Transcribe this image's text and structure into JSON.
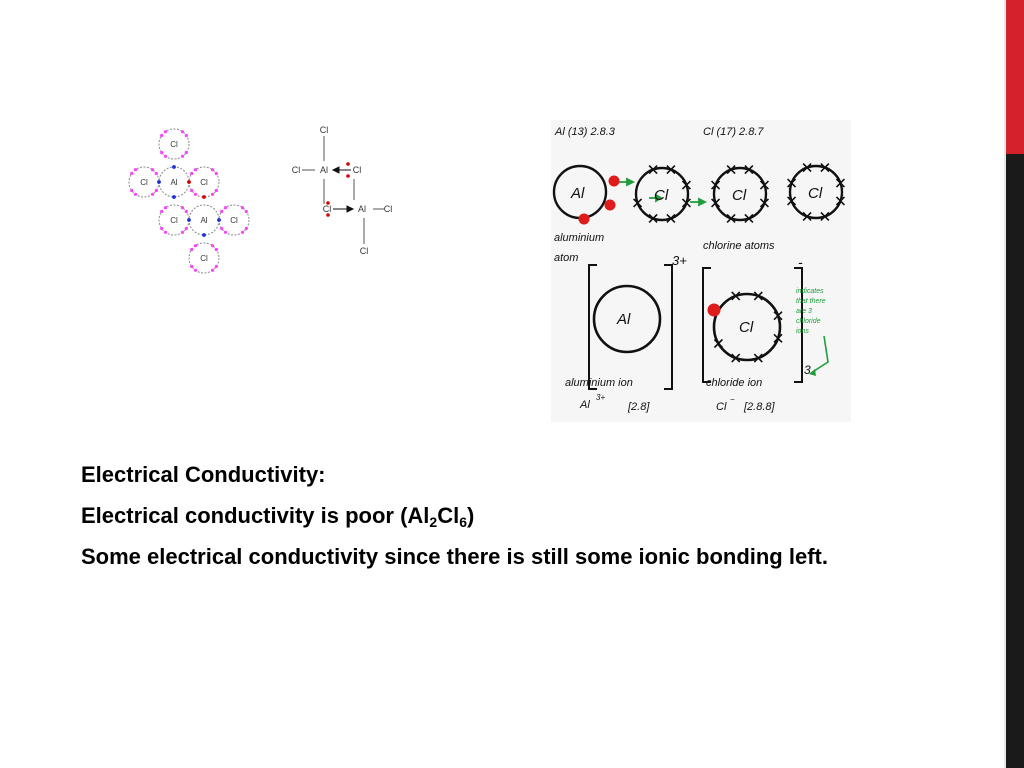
{
  "colors": {
    "accent": "#d4212b",
    "strip": "#1a1a1a",
    "dot_electron": "#ff40ff",
    "cross_electron": "#1a2fd6",
    "coord_electron": "#d60000",
    "ink": "#111111",
    "arrow_green": "#1f9d3c"
  },
  "dot_cross_diagram": {
    "atom_labels": [
      "Cl",
      "Cl",
      "Al",
      "Cl",
      "Cl",
      "Al",
      "Cl",
      "Cl"
    ]
  },
  "structural_formula": {
    "atoms": [
      "Cl",
      "Cl",
      "Al",
      "Cl",
      "Cl",
      "Al",
      "Cl",
      "Cl"
    ]
  },
  "ion_diagram": {
    "al_config": "Al (13) 2.8.3",
    "cl_config": "Cl (17) 2.8.7",
    "al_symbol": "Al",
    "cl_symbol": "Cl",
    "aluminium_atom_label_1": "aluminium",
    "aluminium_atom_label_2": "atom",
    "chlorine_atoms_label": "chlorine atoms",
    "al_ion_charge": "3+",
    "cl_ion_charge": "-",
    "cl_ion_count": "3",
    "note_lines": [
      "indicates",
      "that there",
      "are 3",
      "chloride",
      "ions"
    ],
    "aluminium_ion_label": "aluminium ion",
    "aluminium_ion_formula": "Al",
    "aluminium_ion_superscript": "3+",
    "aluminium_ion_config": "[2.8]",
    "chloride_ion_label": "chloride ion",
    "chloride_ion_formula": "Cl",
    "chloride_ion_superscript": "−",
    "chloride_ion_config": "[2.8.8]"
  },
  "text": {
    "heading": "Electrical Conductivity:",
    "line2_prefix": "Electrical conductivity is poor (Al",
    "sub1": "2",
    "line2_mid": "Cl",
    "sub2": "6",
    "line2_suffix": ")",
    "line3": "Some electrical conductivity since there is still some ionic bonding left."
  }
}
